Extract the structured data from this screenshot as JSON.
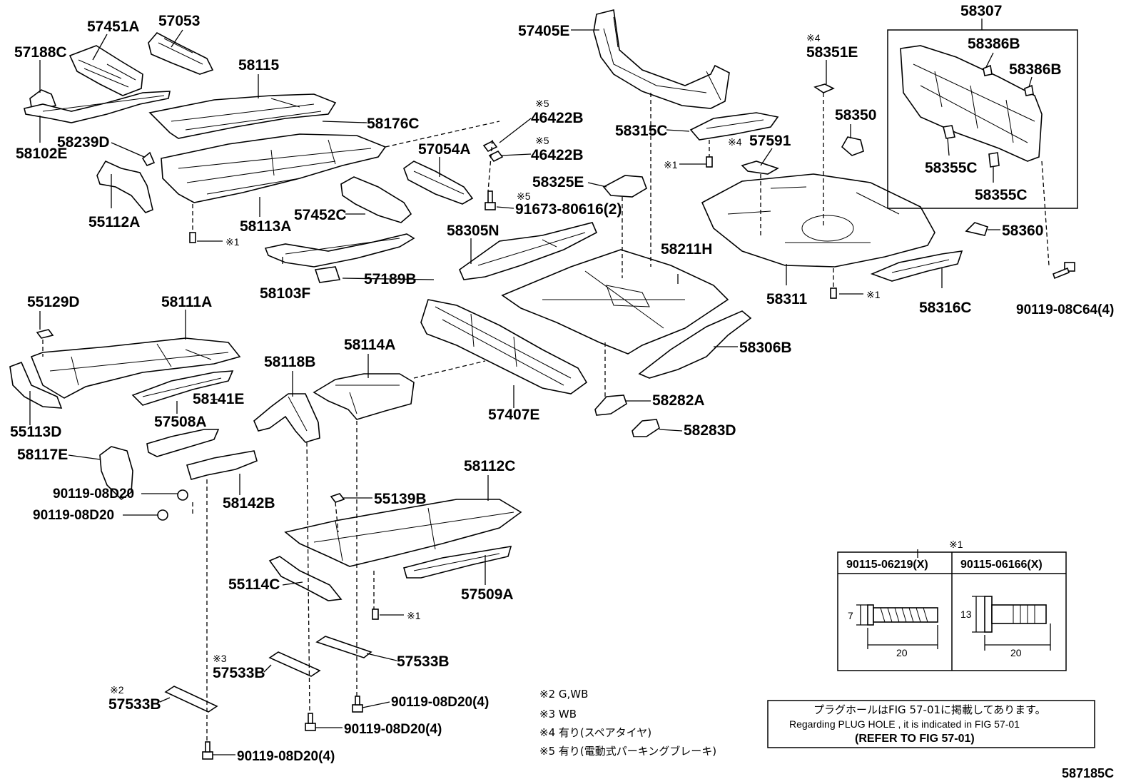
{
  "labels": {
    "p57451A": "57451A",
    "p57053": "57053",
    "p57188C": "57188C",
    "p58115": "58115",
    "p58102E": "58102E",
    "p58239D": "58239D",
    "p58176C": "58176C",
    "p55112A": "55112A",
    "p58113A": "58113A",
    "p57452C": "57452C",
    "p57054A": "57054A",
    "p46422B_1": "46422B",
    "p46422B_2": "46422B",
    "p91673": "91673-80616(2)",
    "p58103F": "58103F",
    "p57189B": "57189B",
    "p57405E": "57405E",
    "p58315C": "58315C",
    "p58325E": "58325E",
    "p58305N": "58305N",
    "p58211H": "58211H",
    "p58351E": "58351E",
    "p58350": "58350",
    "p57591": "57591",
    "p58311": "58311",
    "p58307": "58307",
    "p58386B_1": "58386B",
    "p58386B_2": "58386B",
    "p58355C_1": "58355C",
    "p58355C_2": "58355C",
    "p58360": "58360",
    "p58316C": "58316C",
    "p90119_08C64": "90119-08C64(4)",
    "p55129D": "55129D",
    "p58111A": "58111A",
    "p55113D": "55113D",
    "p58141E": "58141E",
    "p57508A": "57508A",
    "p58117E": "58117E",
    "p58118B": "58118B",
    "p58114A": "58114A",
    "p57407E": "57407E",
    "p58306B": "58306B",
    "p58282A": "58282A",
    "p58283D": "58283D",
    "p90119_08D20_a": "90119-08D20",
    "p90119_08D20_b": "90119-08D20",
    "p58142B": "58142B",
    "p58112C": "58112C",
    "p55139B": "55139B",
    "p55114C": "55114C",
    "p57509A": "57509A",
    "p57533B_1": "57533B",
    "p57533B_2": "57533B",
    "p57533B_3": "57533B",
    "p90119_08D20_c": "90119-08D20(4)",
    "p90119_08D20_d": "90119-08D20(4)",
    "p90119_08D20_e": "90119-08D20(4)",
    "figure_id": "587185C"
  },
  "marks": {
    "m1": "※1",
    "m2": "※2",
    "m3": "※3",
    "m4": "※4",
    "m5": "※5"
  },
  "legend": {
    "note2": "※2  G,WB",
    "note3": "※3  WB",
    "note4": "※4  有り(スペアタイヤ)",
    "note5": "※5  有り(電動式パーキングブレーキ)"
  },
  "bolt_table": {
    "header_mark": "※1",
    "col1": "90115-06219(X)",
    "col2": "90115-06166(X)",
    "dim1_h": "7",
    "dim1_w": "20",
    "dim2_h": "13",
    "dim2_w": "20"
  },
  "refer_box": {
    "line_jp": "プラグホールはFIG 57-01に掲載してあります。",
    "line_en": "Regarding  PLUG  HOLE , it is indicated in FIG  57-01",
    "line_ref": "(REFER  TO  FIG  57-01)"
  }
}
